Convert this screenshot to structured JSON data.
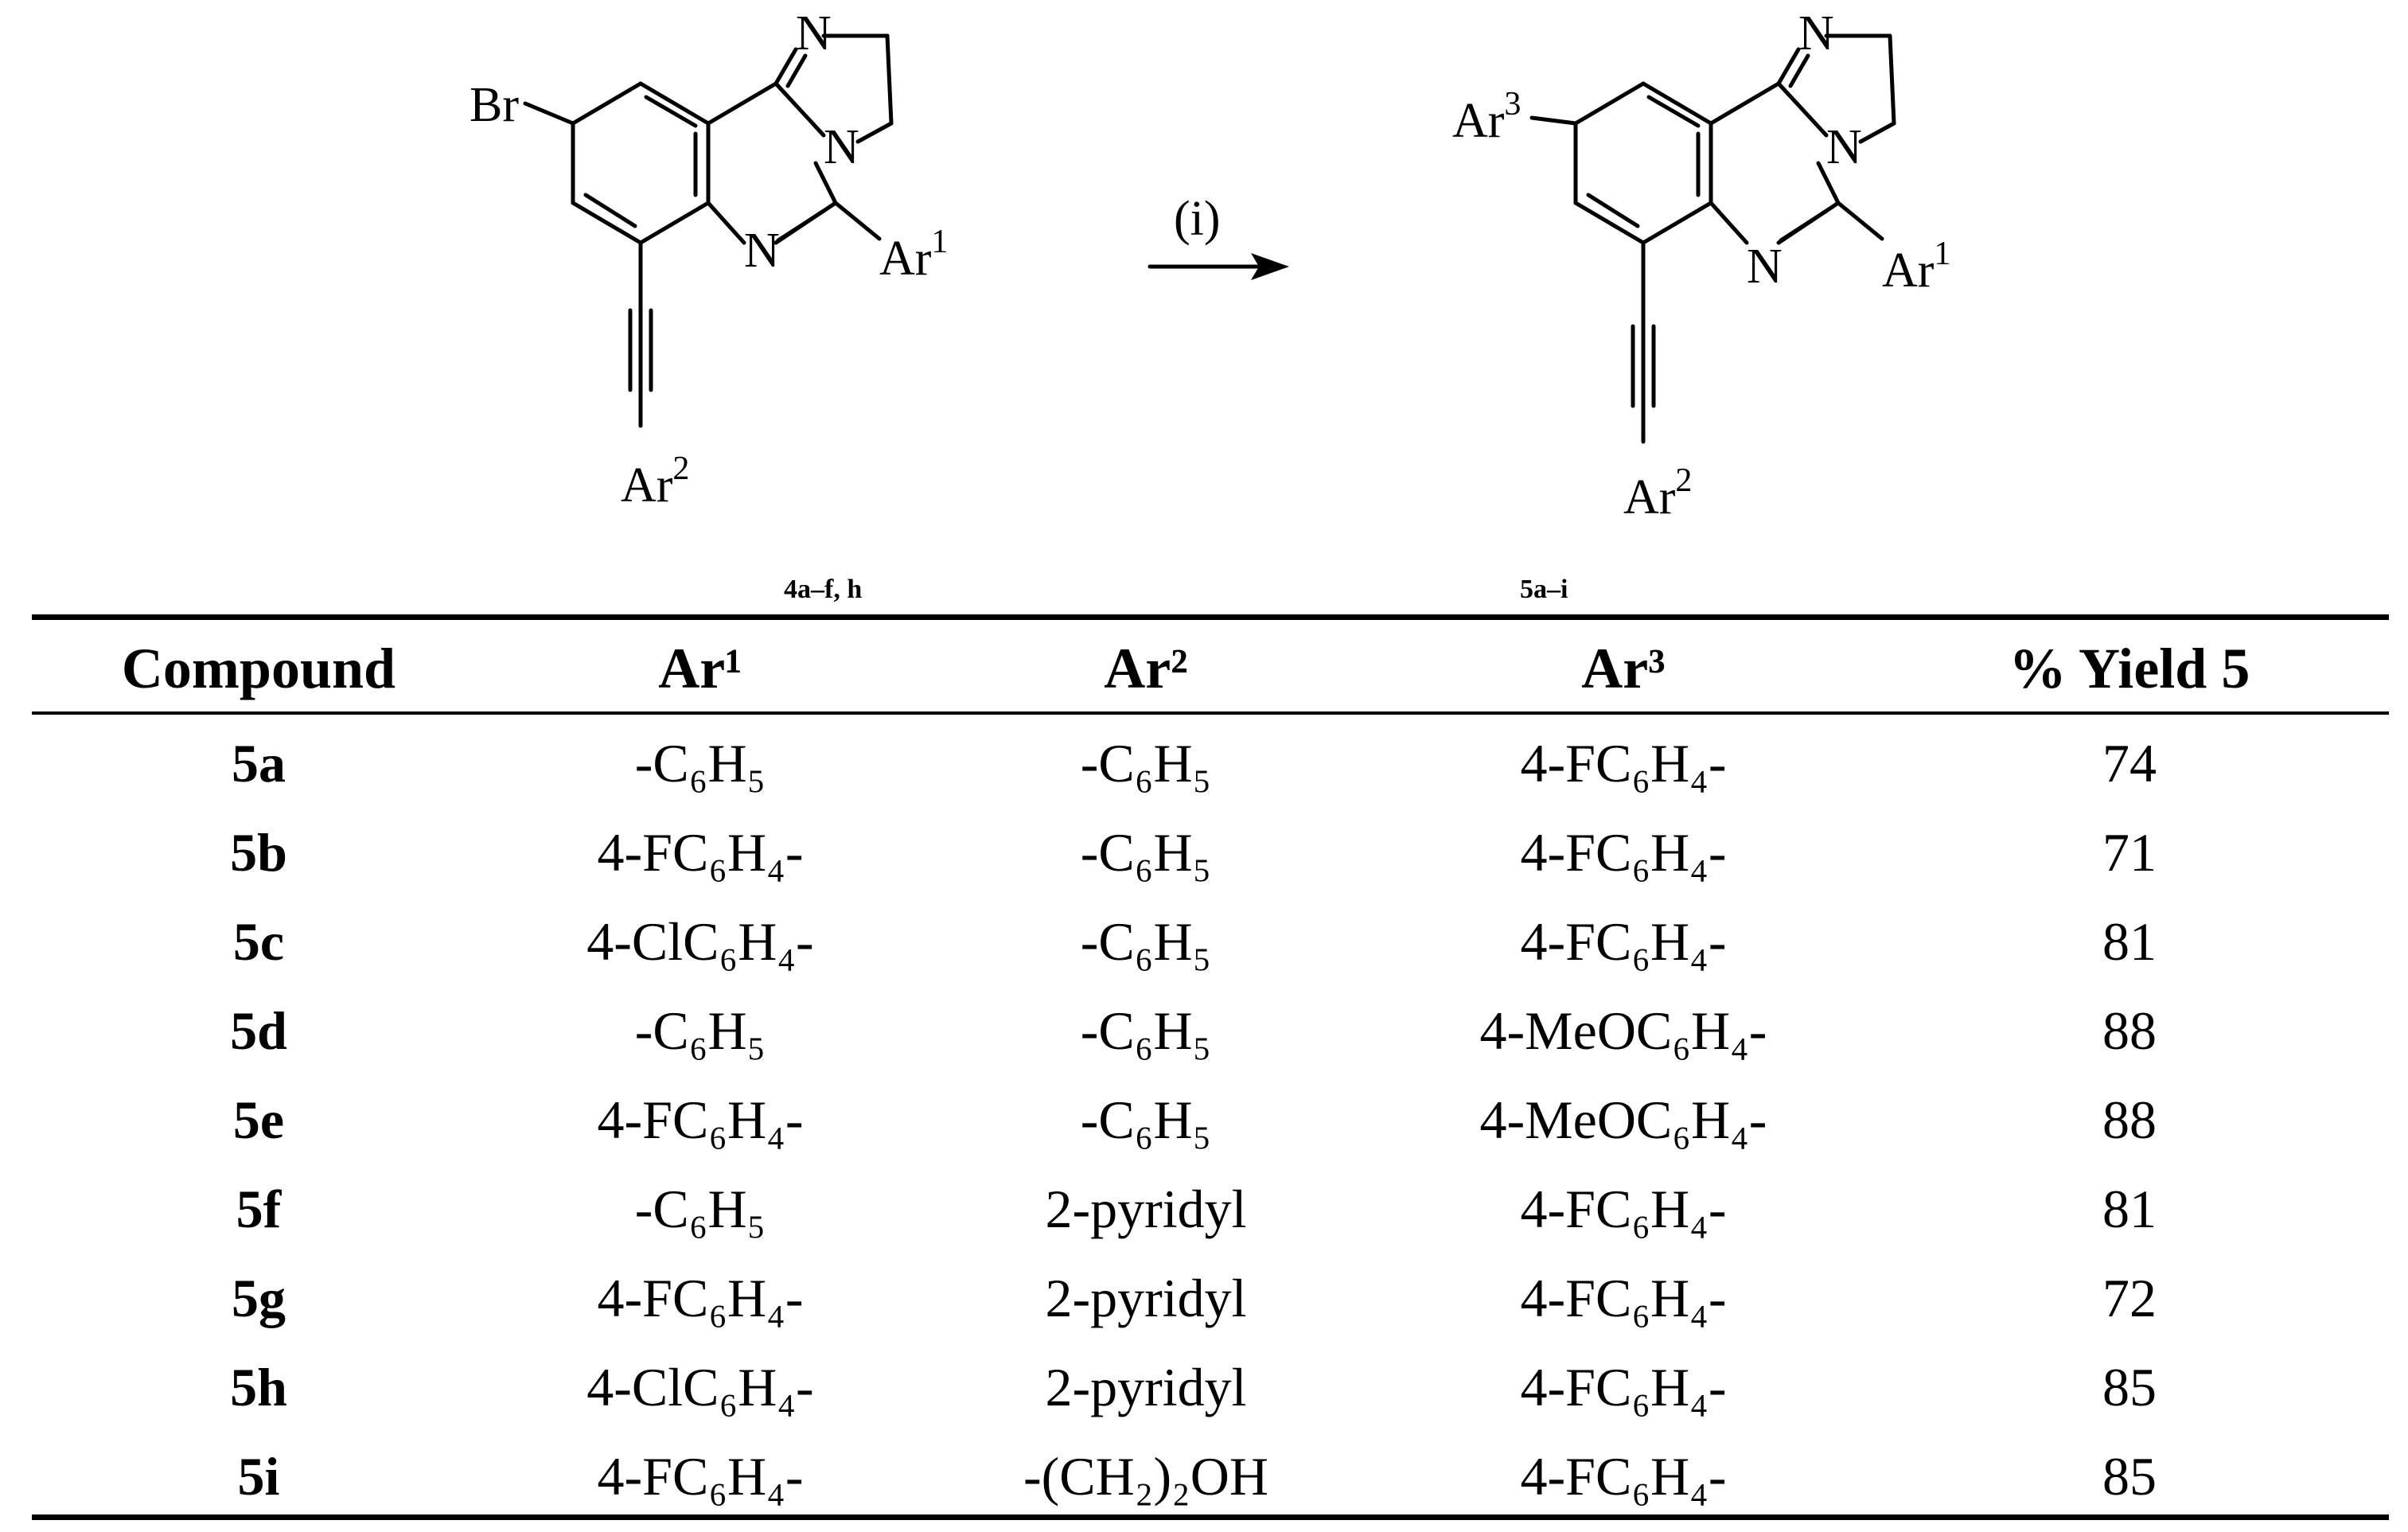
{
  "scheme": {
    "reactant": {
      "substituent_br": "Br",
      "n_top": "N",
      "n_ring": "N",
      "n_lower": "N",
      "ar1": "Ar",
      "ar1_sup": "1",
      "ar2": "Ar",
      "ar2_sup": "2",
      "label": "4a–f, h"
    },
    "arrow_reagent": "(i)",
    "product": {
      "ar3": "Ar",
      "ar3_sup": "3",
      "n_top": "N",
      "n_ring": "N",
      "n_lower": "N",
      "ar1": "Ar",
      "ar1_sup": "1",
      "ar2": "Ar",
      "ar2_sup": "2",
      "label": "5a–i"
    }
  },
  "table": {
    "headers": [
      "Compound",
      "Ar¹",
      "Ar²",
      "Ar³",
      "% Yield 5"
    ],
    "rows": [
      [
        "5a",
        "-C₆H₅",
        "-C₆H₅",
        "4-FC₆H₄-",
        "74"
      ],
      [
        "5b",
        "4-FC₆H₄-",
        "-C₆H₅",
        "4-FC₆H₄-",
        "71"
      ],
      [
        "5c",
        "4-ClC₆H₄-",
        "-C₆H₅",
        "4-FC₆H₄-",
        "81"
      ],
      [
        "5d",
        "-C₆H₅",
        "-C₆H₅",
        "4-MeOC₆H₄-",
        "88"
      ],
      [
        "5e",
        "4-FC₆H₄-",
        "-C₆H₅",
        "4-MeOC₆H₄-",
        "88"
      ],
      [
        "5f",
        "-C₆H₅",
        "2-pyridyl",
        "4-FC₆H₄-",
        "81"
      ],
      [
        "5g",
        "4-FC₆H₄-",
        "2-pyridyl",
        "4-FC₆H₄-",
        "72"
      ],
      [
        "5h",
        "4-ClC₆H₄-",
        "2-pyridyl",
        "4-FC₆H₄-",
        "85"
      ],
      [
        "5i",
        "4-FC₆H₄-",
        "-(CH₂)₂OH",
        "4-FC₆H₄-",
        "85"
      ]
    ]
  }
}
